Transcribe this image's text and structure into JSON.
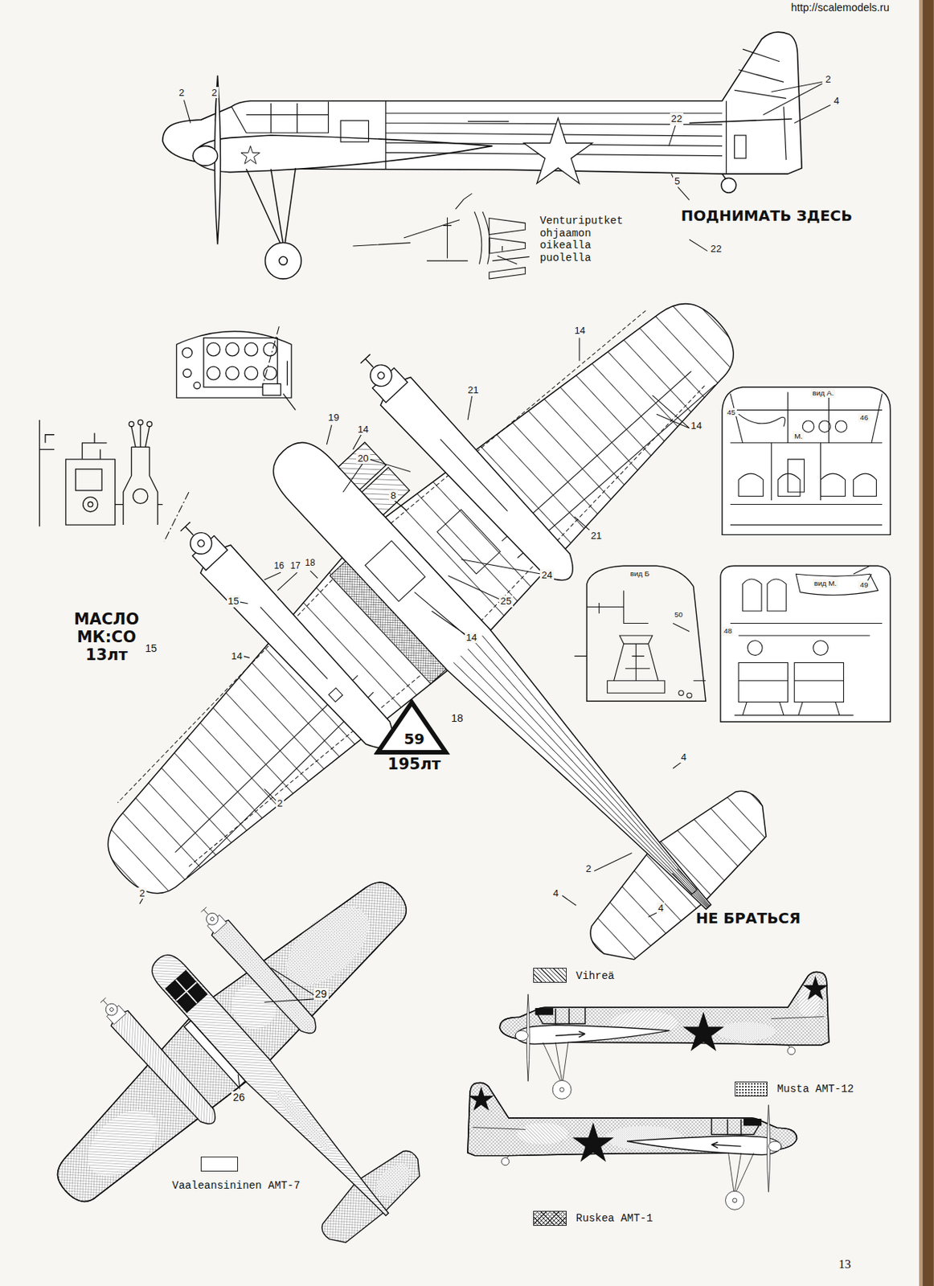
{
  "diagram": {
    "nodes": [
      {
        "text": [
          "59",
          "195лт"
        ]
      }
    ],
    "labels": [
      "http://scalemodels.ru",
      "2",
      "2",
      "2",
      "4",
      "5",
      "ПОДНИМАТЬ ЗДЕСЬ",
      "Venturiputket ohjaamon oikealla puolella",
      "22",
      "22",
      "14",
      "21",
      "14",
      "19",
      "14",
      "20",
      "8",
      "21",
      "24",
      "25",
      "14",
      "16",
      "17",
      "18",
      "15",
      "14",
      "МАСЛО МК:СО 13лт",
      "15",
      "18",
      "2",
      "2",
      "4",
      "2",
      "4",
      "4",
      "НЕ БРАТЬСЯ",
      "вид А.",
      "45",
      "46",
      "М.",
      "вид Б",
      "50",
      "вид М.",
      "48",
      "49",
      "29",
      "26",
      "13"
    ],
    "legend": [
      {
        "text": "Vihreä"
      },
      {
        "text": "Musta AMT-12"
      },
      {
        "text": "Vaaleansininen AMT-7"
      },
      {
        "text": "Ruskea AMT-1"
      }
    ]
  }
}
